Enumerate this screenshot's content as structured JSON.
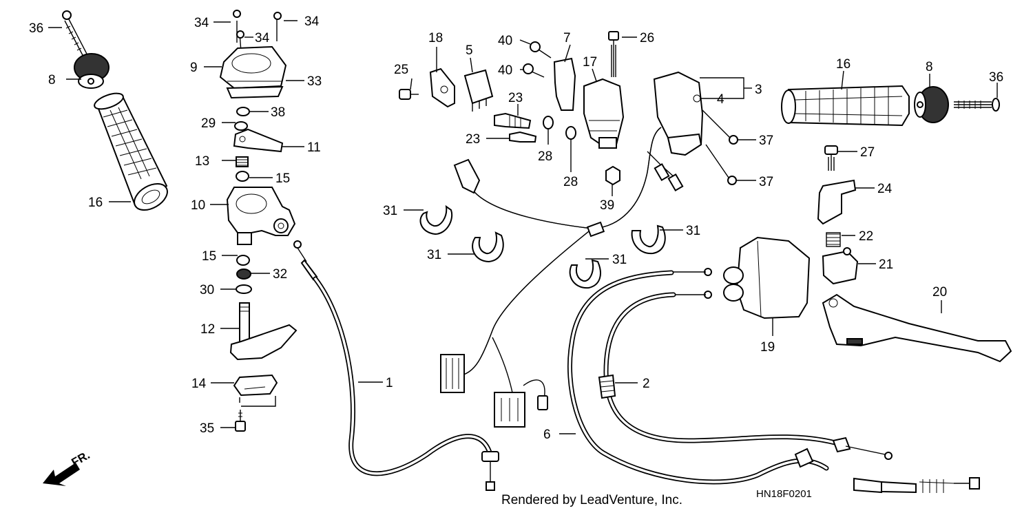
{
  "callouts": {
    "c1": "1",
    "c2": "2",
    "c3": "3",
    "c4": "4",
    "c5": "5",
    "c6": "6",
    "c7": "7",
    "c8a": "8",
    "c8b": "8",
    "c9": "9",
    "c10": "10",
    "c11": "11",
    "c12": "12",
    "c13": "13",
    "c14": "14",
    "c15a": "15",
    "c15b": "15",
    "c16a": "16",
    "c16b": "16",
    "c17": "17",
    "c18": "18",
    "c19": "19",
    "c20": "20",
    "c21": "21",
    "c22": "22",
    "c23a": "23",
    "c23b": "23",
    "c24": "24",
    "c25": "25",
    "c26": "26",
    "c27": "27",
    "c28a": "28",
    "c28b": "28",
    "c29": "29",
    "c30": "30",
    "c31a": "31",
    "c31b": "31",
    "c31c": "31",
    "c31d": "31",
    "c32": "32",
    "c33": "33",
    "c34a": "34",
    "c34b": "34",
    "c34c": "34",
    "c35": "35",
    "c36a": "36",
    "c36b": "36",
    "c37a": "37",
    "c37b": "37",
    "c38": "38",
    "c39": "39",
    "c40a": "40",
    "c40b": "40"
  },
  "direction_label": "FR.",
  "footer_text": "Rendered by LeadVenture, Inc.",
  "diagram_code": "HN18F0201"
}
